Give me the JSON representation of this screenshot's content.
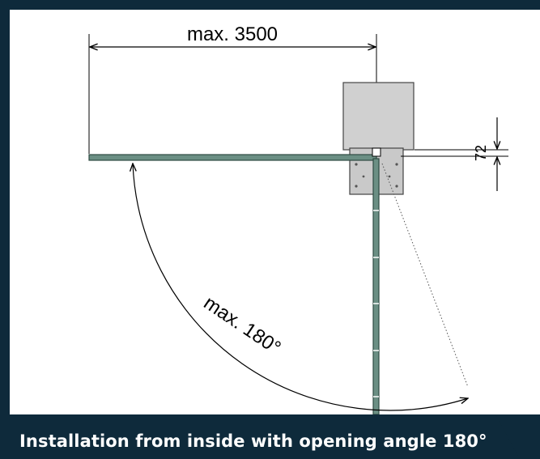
{
  "diagram": {
    "width_dimension_label": "max. 3500",
    "gap_dimension_label": "72",
    "angle_label": "max. 180°"
  },
  "caption": {
    "text": "Installation from inside with opening angle 180°"
  },
  "colors": {
    "frame": "#0e2a3b",
    "door_leaf": "#6b8f84",
    "housing": "#d0d0d0",
    "caption_background": "#0e2a3b",
    "caption_text": "#ffffff"
  }
}
